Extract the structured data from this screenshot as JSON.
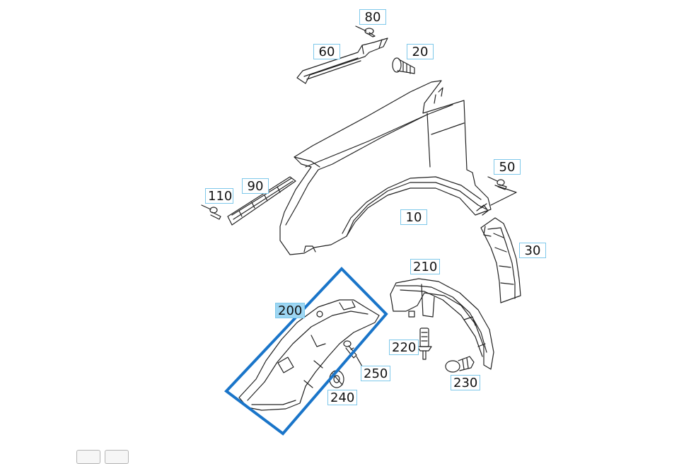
{
  "diagram": {
    "callouts": [
      {
        "id": "80",
        "label": "80"
      },
      {
        "id": "60",
        "label": "60"
      },
      {
        "id": "20",
        "label": "20"
      },
      {
        "id": "50",
        "label": "50"
      },
      {
        "id": "90",
        "label": "90"
      },
      {
        "id": "110",
        "label": "110"
      },
      {
        "id": "10",
        "label": "10"
      },
      {
        "id": "30",
        "label": "30"
      },
      {
        "id": "210",
        "label": "210"
      },
      {
        "id": "200",
        "label": "200"
      },
      {
        "id": "220",
        "label": "220"
      },
      {
        "id": "250",
        "label": "250"
      },
      {
        "id": "230",
        "label": "230"
      },
      {
        "id": "240",
        "label": "240"
      }
    ],
    "selected": "200",
    "highlight_color": "#1a75c9",
    "callout_border_color": "#7ec8ea",
    "callout_active_bg": "#9dd6f3"
  }
}
